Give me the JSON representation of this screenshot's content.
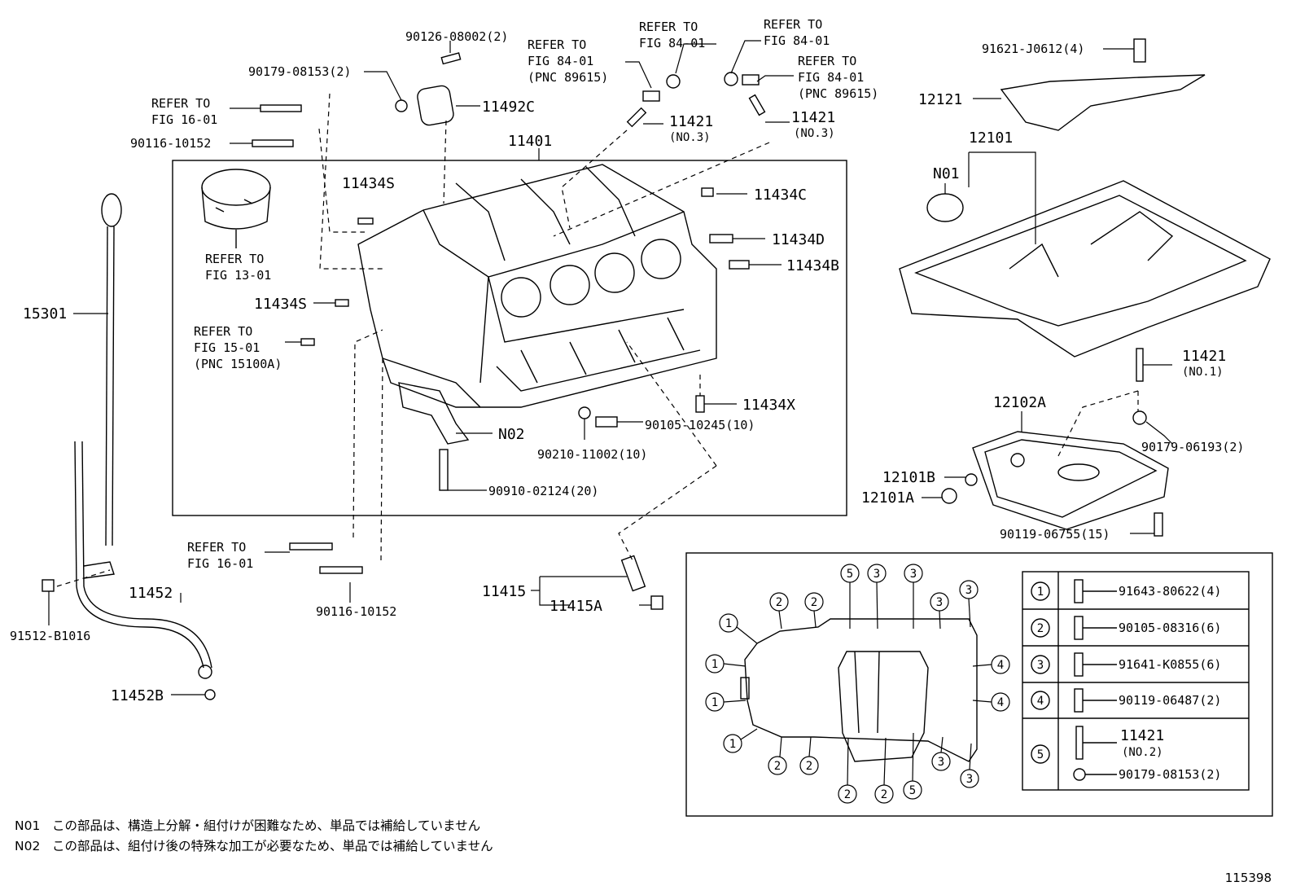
{
  "refs": {
    "r_fig_16_01": [
      "REFER TO",
      "FIG 16-01"
    ],
    "r_fig_13_01": [
      "REFER TO",
      "FIG 13-01"
    ],
    "r_fig_15_01": [
      "REFER TO",
      "FIG 15-01",
      "(PNC 15100A)"
    ],
    "r_fig_84_01a": [
      "REFER TO",
      "FIG 84-01",
      "(PNC 89615)"
    ],
    "r_fig_84_01b": [
      "REFER TO",
      "FIG 84-01"
    ],
    "r_fig_84_01c": [
      "REFER TO",
      "FIG 84-01"
    ],
    "r_fig_84_01d": [
      "REFER TO",
      "FIG 84-01",
      "(PNC 89615)"
    ],
    "r_fig_16_01b": [
      "REFER TO",
      "FIG 16-01"
    ]
  },
  "parts": {
    "p_90126": "90126-08002(2)",
    "p_90179_08153": "90179-08153(2)",
    "p_90116_a": "90116-10152",
    "p_11492c": "11492C",
    "p_11401": "11401",
    "p_11421_l": "11421",
    "p_11421_l_no": "(NO.3)",
    "p_11421_r": "11421",
    "p_11421_r_no": "(NO.3)",
    "p_11434s_top": "11434S",
    "p_11434c": "11434C",
    "p_11434d": "11434D",
    "p_11434b": "11434B",
    "p_11434s": "11434S",
    "p_15301": "15301",
    "p_11434x": "11434X",
    "p_90105_10245": "90105-10245(10)",
    "p_n02": "N02",
    "p_90210": "90210-11002(10)",
    "p_90910": "90910-02124(20)",
    "p_90116_b": "90116-10152",
    "p_11452": "11452",
    "p_91512": "91512-B1016",
    "p_11452b": "11452B",
    "p_11415": "11415",
    "p_11415a": "11415A",
    "p_91621": "91621-J0612(4)",
    "p_12121": "12121",
    "p_12101": "12101",
    "p_n01": "N01",
    "p_11421_no1": "11421",
    "p_11421_no1_no": "(NO.1)",
    "p_90179_06193": "90179-06193(2)",
    "p_12102a": "12102A",
    "p_12101b": "12101B",
    "p_12101a": "12101A",
    "p_90119_06755": "90119-06755(15)"
  },
  "legend": [
    {
      "num": "1",
      "part": "91643-80622(4)"
    },
    {
      "num": "2",
      "part": "90105-08316(6)"
    },
    {
      "num": "3",
      "part": "91641-K0855(6)"
    },
    {
      "num": "4",
      "part": "90119-06487(2)"
    },
    {
      "num": "5",
      "part": "11421",
      "sub": "(NO.2)",
      "part2": "90179-08153(2)"
    }
  ],
  "notes": [
    {
      "code": "N01",
      "text": "この部品は、構造上分解・組付けが困難なため、単品では補給していません"
    },
    {
      "code": "N02",
      "text": "この部品は、組付け後の特殊な加工が必要なため、単品では補給していません"
    }
  ],
  "figure_number": "115398"
}
